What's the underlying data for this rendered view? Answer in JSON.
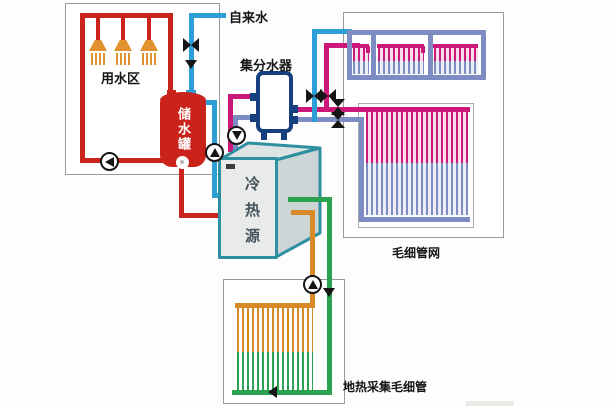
{
  "diagram": {
    "labels": {
      "tap_water": "自来水",
      "water_use_area": "用水区",
      "storage_tank": "储水罐",
      "manifold": "集分水器",
      "source_unit": "冷热源",
      "capillary_network": "毛细管网",
      "ground_capillary": "地热采集毛细管"
    },
    "colors": {
      "pipe-red": "#c9231c",
      "pipe-blue": "#2e9fd6",
      "pipe-magenta": "#cc1878",
      "pipe-periwinkle": "#7d8dc3",
      "pipe-orange": "#d88a28",
      "pipe-green": "#2aa24f",
      "tank-red": "#c9231c",
      "unit-teal": "#2e8fa0",
      "manifold-navy": "#163f7d",
      "shower-orange": "#e0922f",
      "box-border": "#999999",
      "symbol-black": "#151515"
    }
  }
}
